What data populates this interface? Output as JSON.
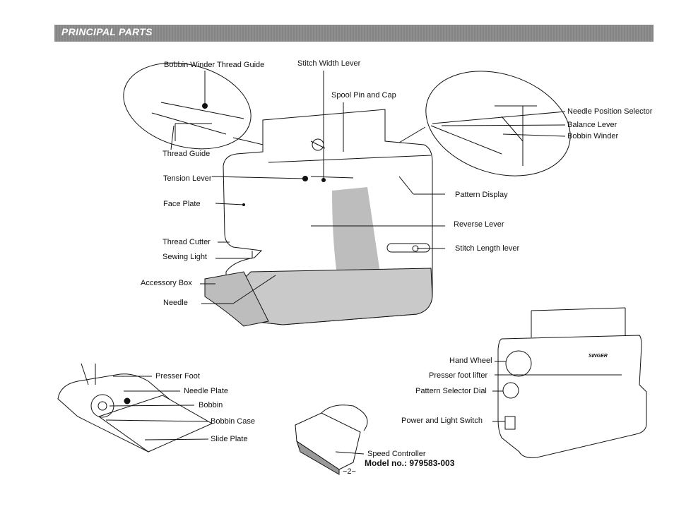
{
  "header": {
    "title": "PRINCIPAL PARTS"
  },
  "main_machine_labels": {
    "bobbin_winder_thread_guide": "Bobbin Winder Thread Guide",
    "stitch_width_lever": "Stitch Width Lever",
    "spool_pin_and_cap": "Spool Pin and Cap",
    "thread_guide": "Thread Guide",
    "needle_position_selector": "Needle Position Selector",
    "balance_lever": "Balance Lever",
    "bobbin_winder": "Bobbin Winder",
    "tension_lever": "Tension Lever",
    "face_plate": "Face Plate",
    "pattern_display": "Pattern Display",
    "reverse_lever": "Reverse Lever",
    "thread_cutter": "Thread Cutter",
    "stitch_length_lever": "Stitch Length lever",
    "sewing_light": "Sewing Light",
    "accessory_box": "Accessory Box",
    "needle": "Needle"
  },
  "bed_labels": {
    "presser_foot": "Presser Foot",
    "needle_plate": "Needle Plate",
    "bobbin": "Bobbin",
    "bobbin_case": "Bobbin Case",
    "slide_plate": "Slide Plate"
  },
  "speed_controller": {
    "label": "Speed Controller",
    "model": "Model no.: 979583-003"
  },
  "side_view_labels": {
    "hand_wheel": "Hand Wheel",
    "presser_foot_lifter": "Presser foot lifter",
    "pattern_selector_dial": "Pattern Selector Dial",
    "power_and_light_switch": "Power and Light Switch",
    "brand": "SINGER"
  },
  "page_number": "−2−"
}
